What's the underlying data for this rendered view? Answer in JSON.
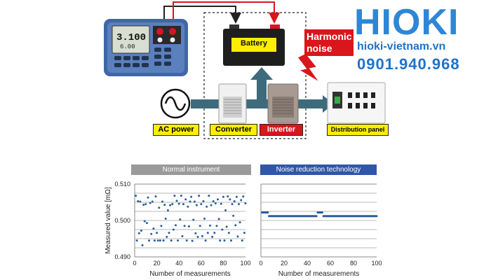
{
  "brand": {
    "logo": "HIOKI",
    "website": "hioki-vietnam.vn",
    "phone": "0901.940.968",
    "color_blue": "#1e73c8",
    "color_logo": "#2e86d6"
  },
  "diagram": {
    "battery_label": "Battery",
    "harmonic_noise_label": "Harmonic noise",
    "ac_power_label": "AC power",
    "converter_label": "Converter",
    "inverter_label": "Inverter",
    "distribution_panel_label": "Distribution panel",
    "device_reading": "3.100",
    "device_reading_sub": "6.00",
    "label_color": "#ffee00",
    "accent_red": "#d8161c",
    "flow_color": "#3e6b7c"
  },
  "chart_data": [
    {
      "type": "scatter",
      "title": "Normal instrument",
      "header_color": "#9a9a9a",
      "xlabel": "Number of measurements",
      "ylabel": "Measured value [mΩ]",
      "xlim": [
        0,
        100
      ],
      "ylim": [
        0.49,
        0.51
      ],
      "xticks": [
        "0",
        "20",
        "40",
        "60",
        "80",
        "100"
      ],
      "yticks": [
        "0.510",
        "0.500",
        "0.490"
      ],
      "grid": true,
      "marker_color": "#2a5d9e",
      "x": [
        1,
        2,
        3,
        4,
        5,
        6,
        7,
        8,
        9,
        10,
        11,
        12,
        13,
        14,
        15,
        16,
        17,
        18,
        19,
        20,
        21,
        22,
        23,
        24,
        25,
        26,
        27,
        28,
        29,
        30,
        31,
        32,
        33,
        34,
        35,
        36,
        37,
        38,
        39,
        40,
        41,
        42,
        43,
        44,
        45,
        46,
        47,
        48,
        49,
        50,
        51,
        52,
        53,
        54,
        55,
        56,
        57,
        58,
        59,
        60,
        61,
        62,
        63,
        64,
        65,
        66,
        67,
        68,
        69,
        70,
        71,
        72,
        73,
        74,
        75,
        76,
        77,
        78,
        79,
        80,
        81,
        82,
        83,
        84,
        85,
        86,
        87,
        88,
        89,
        90,
        91,
        92,
        93,
        94,
        95,
        96,
        97,
        98,
        99,
        100
      ],
      "y": [
        0.5068,
        0.4945,
        0.5053,
        0.4965,
        0.5052,
        0.4972,
        0.4932,
        0.5043,
        0.4998,
        0.5045,
        0.4993,
        0.5063,
        0.4945,
        0.5048,
        0.4963,
        0.5052,
        0.4978,
        0.4945,
        0.5066,
        0.4966,
        0.4945,
        0.5035,
        0.4945,
        0.4985,
        0.5052,
        0.4945,
        0.5043,
        0.5005,
        0.4955,
        0.5028,
        0.4966,
        0.5042,
        0.4945,
        0.5045,
        0.4975,
        0.5068,
        0.4987,
        0.5054,
        0.4945,
        0.5046,
        0.5003,
        0.5068,
        0.4957,
        0.5045,
        0.4985,
        0.5058,
        0.4945,
        0.5038,
        0.4984,
        0.5052,
        0.5065,
        0.4944,
        0.5002,
        0.5052,
        0.4965,
        0.5042,
        0.4955,
        0.5068,
        0.4985,
        0.5045,
        0.4957,
        0.5053,
        0.5005,
        0.4945,
        0.5038,
        0.4966,
        0.5068,
        0.4986,
        0.5042,
        0.4955,
        0.5053,
        0.4966,
        0.5047,
        0.4985,
        0.5058,
        0.5004,
        0.4945,
        0.5046,
        0.4975,
        0.5065,
        0.4945,
        0.5028,
        0.4983,
        0.5066,
        0.4966,
        0.5058,
        0.4945,
        0.5045,
        0.5013,
        0.5053,
        0.4987,
        0.5065,
        0.4956,
        0.5045,
        0.4995,
        0.5056,
        0.4945,
        0.5066,
        0.4966,
        0.5047
      ]
    },
    {
      "type": "scatter",
      "title": "Noise reduction technology",
      "header_color": "#2f56a8",
      "xlabel": "Number of measurements",
      "xlim": [
        0,
        100
      ],
      "ylim": [
        0.49,
        0.51
      ],
      "xticks": [
        "0",
        "20",
        "40",
        "60",
        "80",
        "100"
      ],
      "grid": true,
      "marker_color": "#2a5d9e",
      "segments": [
        {
          "x_start": 1,
          "x_end": 6,
          "y": 0.5022
        },
        {
          "x_start": 7,
          "x_end": 48,
          "y": 0.5012
        },
        {
          "x_start": 49,
          "x_end": 53,
          "y": 0.5022
        },
        {
          "x_start": 54,
          "x_end": 100,
          "y": 0.5012
        }
      ]
    }
  ]
}
